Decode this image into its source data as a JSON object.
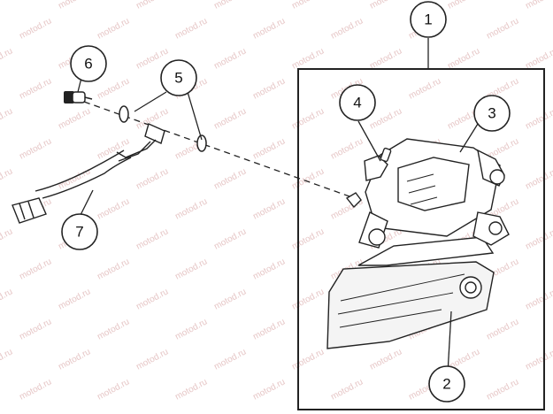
{
  "diagram": {
    "callouts": [
      {
        "id": "1",
        "label": "1",
        "part": "brake-caliper-assembly"
      },
      {
        "id": "2",
        "label": "2",
        "part": "caliper-carrier"
      },
      {
        "id": "3",
        "label": "3",
        "part": "brake-caliper"
      },
      {
        "id": "4",
        "label": "4",
        "part": "bleeder-valve"
      },
      {
        "id": "5",
        "label": "5",
        "part": "sealing-rings"
      },
      {
        "id": "6",
        "label": "6",
        "part": "banjo-bolt"
      },
      {
        "id": "7",
        "label": "7",
        "part": "brake-line"
      }
    ],
    "watermark": "motod.ru",
    "colors": {
      "line": "#222222",
      "watermark": "#e6c6c6",
      "background": "#ffffff"
    }
  }
}
